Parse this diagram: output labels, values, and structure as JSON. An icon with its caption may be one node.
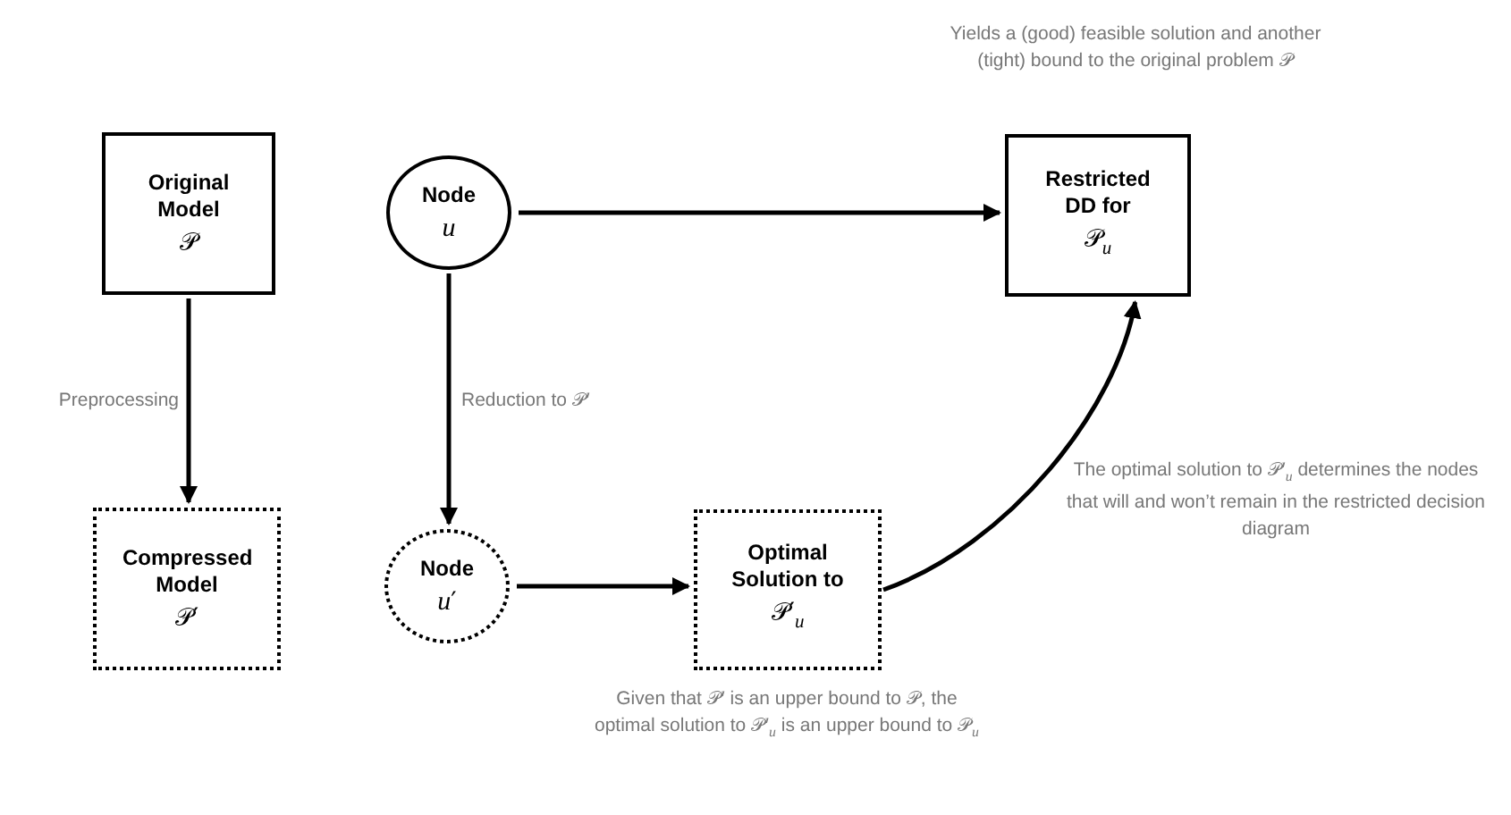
{
  "diagram": {
    "nodes": [
      {
        "text": [
          "Original Model",
          "𝒫"
        ]
      },
      {
        "text": [
          "Node",
          "*u*"
        ]
      },
      {
        "text": [
          "Restricted DD for",
          "𝒫$_{u}$"
        ],
        "beside": [
          "Yields a (good) feasible solution and another (tight) bound to the original problem 𝒫"
        ]
      },
      {
        "text": [
          "Compressed Model",
          "𝒫′"
        ]
      },
      {
        "text": [
          "Node",
          "*u*′"
        ]
      },
      {
        "text": [
          "Optimal Solution to",
          "𝒫′$_{u}$"
        ],
        "beside": [
          "Given that 𝒫′ is an upper bound to 𝒫, the optimal solution to 𝒫′$_{u}$ is an upper bound to 𝒫$_{u}$"
        ]
      }
    ],
    "edges": [
      {
        "from": 0,
        "to": 3,
        "arrow": "to",
        "label": "Preprocessing"
      },
      {
        "from": 1,
        "to": 2,
        "arrow": "to"
      },
      {
        "from": 1,
        "to": 4,
        "arrow": "to",
        "label": "Reduction to 𝒫′"
      },
      {
        "from": 4,
        "to": 5,
        "arrow": "to"
      },
      {
        "from": 5,
        "to": 2,
        "arrow": "to",
        "label": "The optimal solution to 𝒫′$_{u}$ determines the nodes that will and won’t remain in the restricted decision diagram"
      }
    ]
  }
}
